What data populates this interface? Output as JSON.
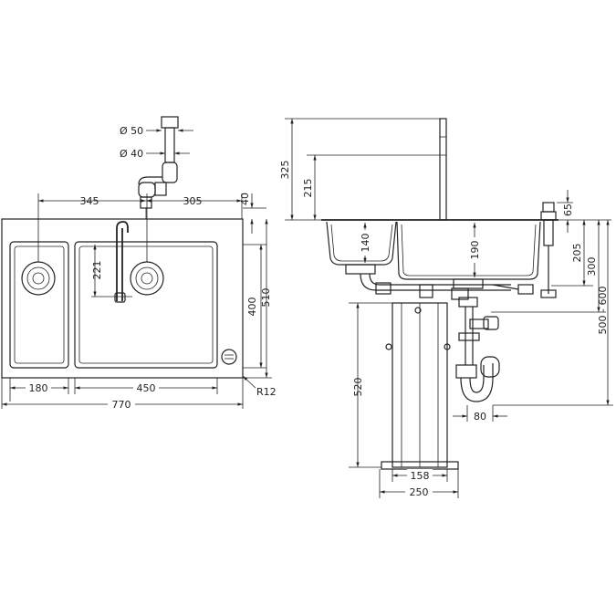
{
  "plan_view": {
    "dims": {
      "pos_345": "345",
      "pos_305": "305",
      "depth_40": "40",
      "dia_50": "Ø 50",
      "dia_40": "Ø 40",
      "drain_221": "221",
      "bowl_400": "400",
      "total_510": "510",
      "small_180": "180",
      "large_450": "450",
      "total_770": "770",
      "radius": "R12"
    }
  },
  "side_view": {
    "dims": {
      "tap_325": "325",
      "spout_215": "215",
      "small_bowl_140": "140",
      "bowl_190": "190",
      "dispenser_65": "65",
      "drop_205": "205",
      "trap_300": "300",
      "range_500_600": "500 - 600",
      "cabinet_520": "520",
      "trap_80": "80",
      "leg_158": "158",
      "leg_250": "250"
    }
  }
}
